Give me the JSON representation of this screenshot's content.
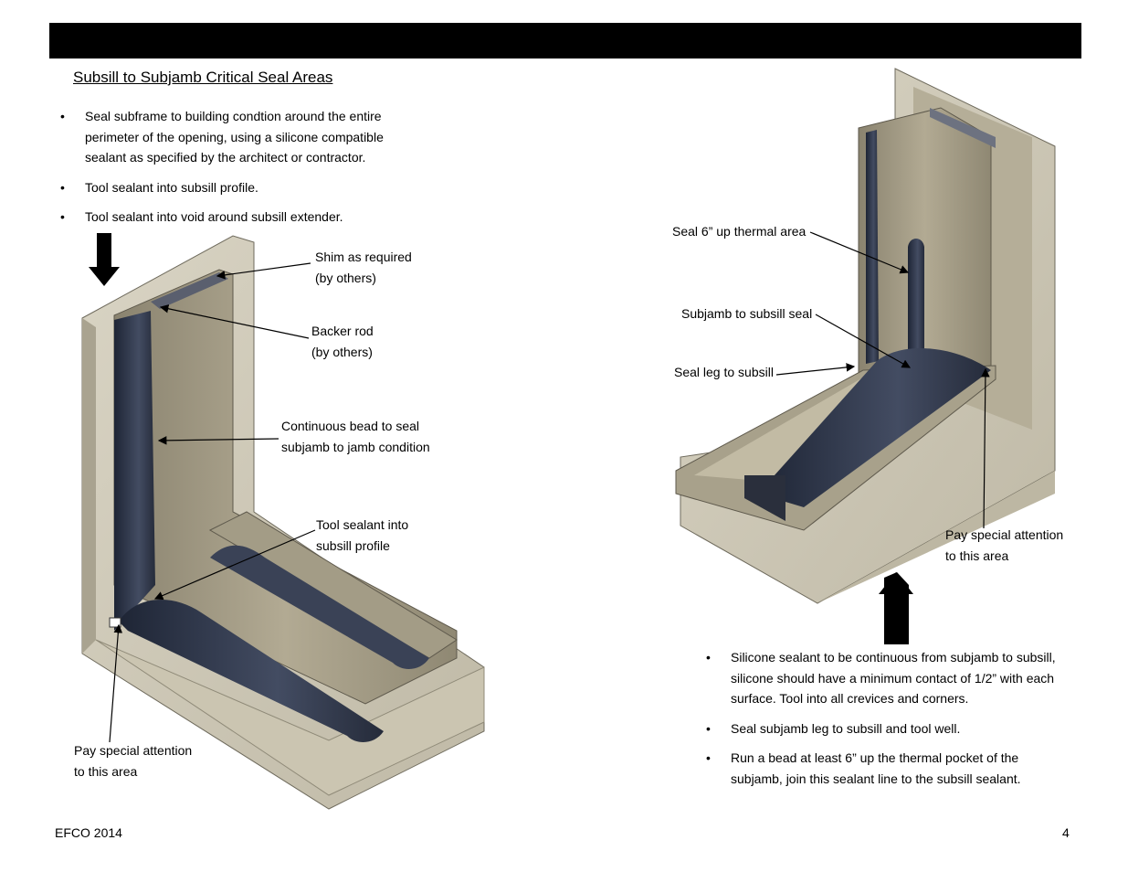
{
  "document": {
    "title": "Subsill to Subjamb Critical Seal Areas",
    "left_bullets": [
      "Seal subframe to building condtion around the entire perimeter of the opening, using a silicone compatible sealant as specified by the architect or contractor.",
      "Tool sealant into subsill profile.",
      "Tool sealant into void around subsill extender."
    ],
    "left_callouts": {
      "shim": [
        "Shim as required",
        "(by others)"
      ],
      "backer_rod": [
        "Backer rod",
        "(by others)"
      ],
      "continuous_bead": [
        "Continuous bead to seal",
        "subjamb to jamb condition"
      ],
      "tool_sealant": [
        "Tool sealant into",
        "subsill profile"
      ],
      "pay_attention": [
        "Pay special attention",
        "to this area"
      ]
    },
    "right_callouts": {
      "seal_thermal": "Seal 6” up thermal area",
      "subjamb_seal": "Subjamb to subsill seal",
      "seal_leg": "Seal leg to subsill",
      "pay_attention": [
        "Pay special attention",
        "to this area"
      ]
    },
    "right_bullets": [
      "Silicone sealant to be continuous from subjamb to subsill, silicone should have a minimum contact of 1/2” with each surface. Tool  into all crevices and corners.",
      "Seal subjamb leg to subsill and tool well.",
      "Run a bead at least 6” up the thermal pocket of the subjamb, join this sealant line to the subsill sealant."
    ],
    "footer": {
      "left": "EFCO 2014",
      "right": "4"
    }
  }
}
